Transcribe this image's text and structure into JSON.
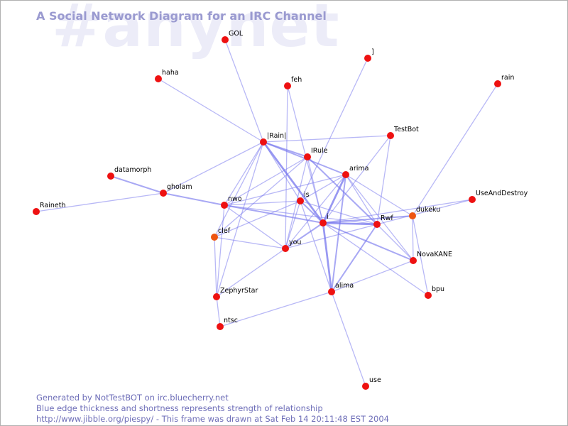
{
  "header": {
    "title": "A Social Network Diagram for an IRC Channel",
    "channel_watermark": "#anynet"
  },
  "footer": {
    "line1": "Generated by NotTestBOT on irc.bluecherry.net",
    "line2": "Blue edge thickness and shortness represents strength of relationship",
    "line3": "http://www.jibble.org/piespy/ - This frame was drawn at Sat Feb 14 20:11:48 EST 2004"
  },
  "colors": {
    "node": "#ee1111",
    "node_recent": "#ee5511",
    "edge": "#7777ee",
    "title": "#9a9ad0",
    "footer": "#6e6eb8",
    "watermark": "#ececf8"
  },
  "graph": {
    "nodes": [
      {
        "id": "GOL",
        "label": "GOL"
      },
      {
        "id": "]",
        "label": "]"
      },
      {
        "id": "haha",
        "label": "haha"
      },
      {
        "id": "feh",
        "label": "feh"
      },
      {
        "id": "rain",
        "label": "rain"
      },
      {
        "id": "TestBot",
        "label": "TestBot"
      },
      {
        "id": "|Rain|",
        "label": "|Rain|"
      },
      {
        "id": "IRule",
        "label": "IRule"
      },
      {
        "id": "arima",
        "label": "arima"
      },
      {
        "id": "datamorph",
        "label": "datamorph"
      },
      {
        "id": "gholam",
        "label": "gholam"
      },
      {
        "id": "Raineth",
        "label": "Raineth"
      },
      {
        "id": "nwo",
        "label": "nwo"
      },
      {
        "id": "is",
        "label": "is"
      },
      {
        "id": "UseAndDestroy",
        "label": "UseAndDestroy"
      },
      {
        "id": "dukeku",
        "label": "dukeku",
        "recent": true
      },
      {
        "id": "i",
        "label": "i"
      },
      {
        "id": "Rwf",
        "label": "Rwf"
      },
      {
        "id": "clef",
        "label": "clef",
        "recent": true
      },
      {
        "id": "you",
        "label": "you"
      },
      {
        "id": "NovaKANE",
        "label": "NovaKANE"
      },
      {
        "id": "alima",
        "label": "alima"
      },
      {
        "id": "bpu",
        "label": "bpu"
      },
      {
        "id": "ZephyrStar",
        "label": "ZephyrStar"
      },
      {
        "id": "ntsc",
        "label": "ntsc"
      },
      {
        "id": "use",
        "label": "use"
      }
    ],
    "edges": [
      {
        "from": "GOL",
        "to": "|Rain|",
        "strength": 1
      },
      {
        "from": "haha",
        "to": "|Rain|",
        "strength": 1
      },
      {
        "from": "]",
        "to": "is",
        "strength": 1
      },
      {
        "from": "feh",
        "to": "i",
        "strength": 1
      },
      {
        "from": "feh",
        "to": "you",
        "strength": 1
      },
      {
        "from": "rain",
        "to": "dukeku",
        "strength": 1
      },
      {
        "from": "TestBot",
        "to": "|Rain|",
        "strength": 1
      },
      {
        "from": "TestBot",
        "to": "Rwf",
        "strength": 1
      },
      {
        "from": "TestBot",
        "to": "i",
        "strength": 1
      },
      {
        "from": "|Rain|",
        "to": "IRule",
        "strength": 2
      },
      {
        "from": "|Rain|",
        "to": "arima",
        "strength": 2
      },
      {
        "from": "|Rain|",
        "to": "i",
        "strength": 3
      },
      {
        "from": "|Rain|",
        "to": "nwo",
        "strength": 1
      },
      {
        "from": "|Rain|",
        "to": "gholam",
        "strength": 1
      },
      {
        "from": "|Rain|",
        "to": "is",
        "strength": 1
      },
      {
        "from": "|Rain|",
        "to": "clef",
        "strength": 1
      },
      {
        "from": "|Rain|",
        "to": "ZephyrStar",
        "strength": 1
      },
      {
        "from": "IRule",
        "to": "nwo",
        "strength": 1
      },
      {
        "from": "IRule",
        "to": "Rwf",
        "strength": 2
      },
      {
        "from": "IRule",
        "to": "i",
        "strength": 1
      },
      {
        "from": "IRule",
        "to": "you",
        "strength": 1
      },
      {
        "from": "IRule",
        "to": "clef",
        "strength": 1
      },
      {
        "from": "arima",
        "to": "nwo",
        "strength": 1
      },
      {
        "from": "arima",
        "to": "i",
        "strength": 3
      },
      {
        "from": "arima",
        "to": "is",
        "strength": 1
      },
      {
        "from": "arima",
        "to": "Rwf",
        "strength": 1
      },
      {
        "from": "arima",
        "to": "alima",
        "strength": 2
      },
      {
        "from": "arima",
        "to": "you",
        "strength": 1
      },
      {
        "from": "arima",
        "to": "NovaKANE",
        "strength": 1
      },
      {
        "from": "arima",
        "to": "dukeku",
        "strength": 1
      },
      {
        "from": "datamorph",
        "to": "gholam",
        "strength": 2
      },
      {
        "from": "gholam",
        "to": "Raineth",
        "strength": 1
      },
      {
        "from": "gholam",
        "to": "nwo",
        "strength": 2
      },
      {
        "from": "nwo",
        "to": "is",
        "strength": 1
      },
      {
        "from": "nwo",
        "to": "i",
        "strength": 2
      },
      {
        "from": "nwo",
        "to": "you",
        "strength": 1
      },
      {
        "from": "nwo",
        "to": "ZephyrStar",
        "strength": 1
      },
      {
        "from": "nwo",
        "to": "Rwf",
        "strength": 1
      },
      {
        "from": "is",
        "to": "i",
        "strength": 2
      },
      {
        "from": "is",
        "to": "Rwf",
        "strength": 1
      },
      {
        "from": "is",
        "to": "you",
        "strength": 1
      },
      {
        "from": "is",
        "to": "alima",
        "strength": 1
      },
      {
        "from": "is",
        "to": "clef",
        "strength": 1
      },
      {
        "from": "i",
        "to": "Rwf",
        "strength": 3
      },
      {
        "from": "i",
        "to": "alima",
        "strength": 3
      },
      {
        "from": "i",
        "to": "you",
        "strength": 2
      },
      {
        "from": "i",
        "to": "NovaKANE",
        "strength": 2
      },
      {
        "from": "i",
        "to": "dukeku",
        "strength": 2
      },
      {
        "from": "i",
        "to": "UseAndDestroy",
        "strength": 1
      },
      {
        "from": "i",
        "to": "bpu",
        "strength": 1
      },
      {
        "from": "Rwf",
        "to": "UseAndDestroy",
        "strength": 1
      },
      {
        "from": "Rwf",
        "to": "NovaKANE",
        "strength": 1
      },
      {
        "from": "Rwf",
        "to": "alima",
        "strength": 2
      },
      {
        "from": "Rwf",
        "to": "you",
        "strength": 1
      },
      {
        "from": "dukeku",
        "to": "NovaKANE",
        "strength": 1
      },
      {
        "from": "dukeku",
        "to": "bpu",
        "strength": 1
      },
      {
        "from": "clef",
        "to": "you",
        "strength": 1
      },
      {
        "from": "clef",
        "to": "ZephyrStar",
        "strength": 1
      },
      {
        "from": "you",
        "to": "ZephyrStar",
        "strength": 1
      },
      {
        "from": "alima",
        "to": "NovaKANE",
        "strength": 1
      },
      {
        "from": "alima",
        "to": "ntsc",
        "strength": 1
      },
      {
        "from": "alima",
        "to": "use",
        "strength": 1
      },
      {
        "from": "ZephyrStar",
        "to": "ntsc",
        "strength": 1
      }
    ]
  }
}
